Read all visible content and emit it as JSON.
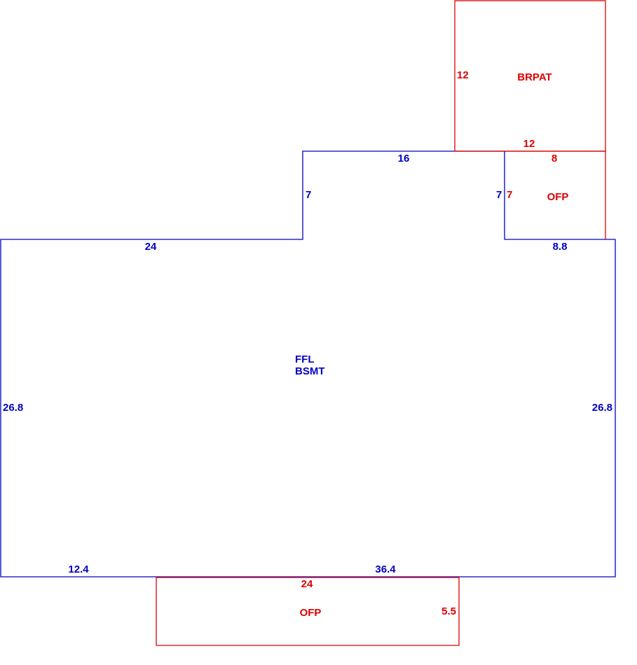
{
  "colors": {
    "main": "#0000c0",
    "addition": "#dd0000"
  },
  "main_area": {
    "labels": [
      "FFL",
      "BSMT"
    ],
    "dims": {
      "top_left": "24",
      "bump_left": "7",
      "bump_top": "16",
      "bump_right": "7",
      "right_top": "8.8",
      "left": "26.8",
      "right": "26.8",
      "bottom_left": "12.4",
      "bottom_right": "36.4"
    }
  },
  "brpat": {
    "label": "BRPAT",
    "dims": {
      "left": "12",
      "bottom": "12"
    }
  },
  "ofp_top": {
    "label": "OFP",
    "dims": {
      "top": "8",
      "left": "7"
    }
  },
  "ofp_bottom": {
    "label": "OFP",
    "dims": {
      "top": "24",
      "right": "5.5"
    }
  }
}
